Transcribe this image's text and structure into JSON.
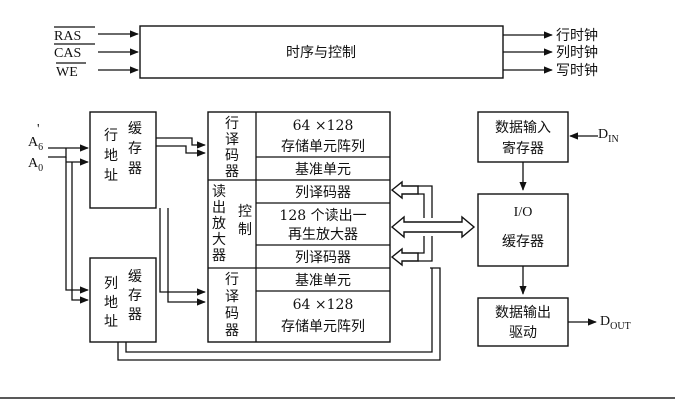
{
  "inputs": {
    "ras": "RAS",
    "cas": "CAS",
    "we": "WE"
  },
  "timing": {
    "title": "时序与控制"
  },
  "clocks": {
    "row": "行时钟",
    "col": "列时钟",
    "write": "写时钟"
  },
  "address": {
    "a6_main": "A",
    "a6_sub": "6",
    "a6_mark": "'",
    "a0_main": "A",
    "a0_sub": "0"
  },
  "row_buffer": {
    "left": [
      "行",
      "地",
      "址"
    ],
    "right": [
      "缓",
      "存",
      "器"
    ]
  },
  "col_buffer": {
    "left": [
      "列",
      "地",
      "址"
    ],
    "right": [
      "缓",
      "存",
      "器"
    ]
  },
  "array": {
    "row_decoder_top": [
      "行",
      "译",
      "码",
      "器"
    ],
    "top_array_line1": "64  ×128",
    "top_array_line2": "存储单元阵列",
    "ref_cell_top": "基准单元",
    "sense_amp": [
      "读",
      "出",
      "放",
      "大",
      "器"
    ],
    "control": [
      "控",
      "制"
    ],
    "col_decoder_top": "列译码器",
    "sense_line1": "128 个读出一",
    "sense_line2": "再生放大器",
    "col_decoder_bottom": "列译码器",
    "row_decoder_bottom": [
      "行",
      "译",
      "码",
      "器"
    ],
    "ref_cell_bottom": "基准单元",
    "bottom_array_line1": "64  ×128",
    "bottom_array_line2": "存储单元阵列"
  },
  "data_in": {
    "line1": "数据输入",
    "line2": "寄存器",
    "pin_main": "D",
    "pin_sub": "IN"
  },
  "io_buffer": {
    "line1": "I/O",
    "line2": "缓存器"
  },
  "data_out": {
    "line1": "数据输出",
    "line2": "驱动",
    "pin_main": "D",
    "pin_sub": "OUT"
  }
}
